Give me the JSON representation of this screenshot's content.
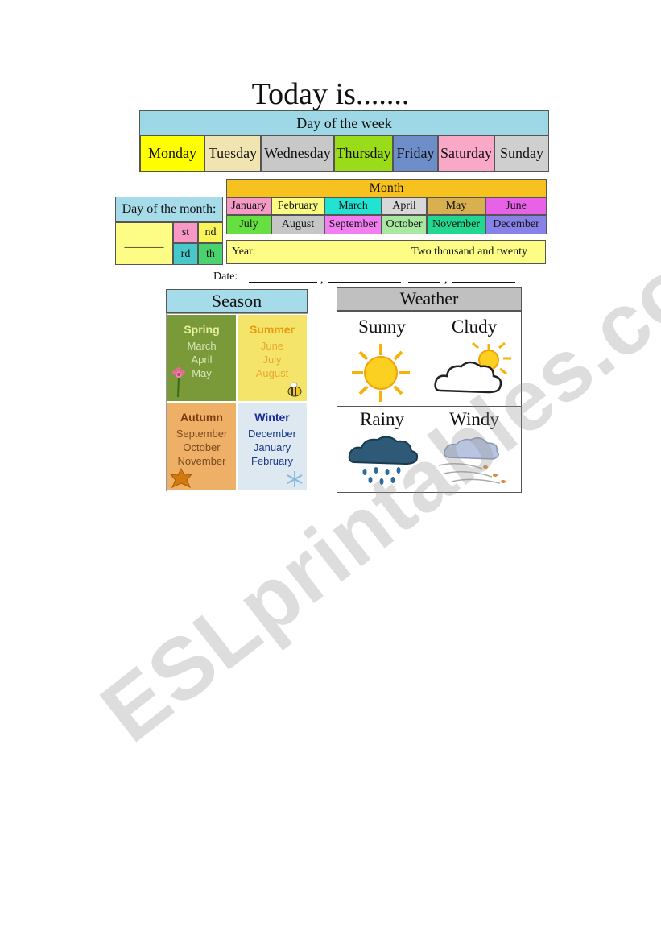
{
  "title": "Today is.......",
  "week": {
    "header": "Day of the week",
    "days": [
      {
        "label": "Monday",
        "color": "#ffff00"
      },
      {
        "label": "Tuesday",
        "color": "#f0e4b0"
      },
      {
        "label": "Wednesday",
        "color": "#c8c8c8"
      },
      {
        "label": "Thursday",
        "color": "#9adc1a"
      },
      {
        "label": "Friday",
        "color": "#6d8ec8"
      },
      {
        "label": "Saturday",
        "color": "#f9a8c8"
      },
      {
        "label": "Sunday",
        "color": "#cfcfcf"
      }
    ]
  },
  "month": {
    "header": "Month",
    "row1": [
      {
        "label": "January",
        "color": "#f59ac6"
      },
      {
        "label": "February",
        "color": "#fcfc82"
      },
      {
        "label": "March",
        "color": "#22e2d2"
      },
      {
        "label": "April",
        "color": "#d8d8d8"
      },
      {
        "label": "May",
        "color": "#d8b050"
      },
      {
        "label": "June",
        "color": "#e862e8"
      }
    ],
    "row2": [
      {
        "label": "July",
        "color": "#66e040"
      },
      {
        "label": "August",
        "color": "#c6c6c6"
      },
      {
        "label": "September",
        "color": "#f27ef2"
      },
      {
        "label": "October",
        "color": "#a8e8a0"
      },
      {
        "label": "November",
        "color": "#22d88e"
      },
      {
        "label": "December",
        "color": "#8882e8"
      }
    ]
  },
  "day_of_month": {
    "header": "Day of the month:",
    "blank": "_______",
    "suffixes": [
      "st",
      "nd",
      "rd",
      "th"
    ]
  },
  "year": {
    "label": "Year:",
    "value": "Two thousand and twenty"
  },
  "date_line": {
    "label": "Date:",
    "sep1": ",",
    "sep2": ","
  },
  "season": {
    "header": "Season",
    "items": [
      {
        "name": "Spring",
        "months": [
          "March",
          "April",
          "May"
        ],
        "bg": "#7a9a3a",
        "name_color": "#e8f0a0",
        "month_color": "#d8e6b8"
      },
      {
        "name": "Summer",
        "months": [
          "June",
          "July",
          "August"
        ],
        "bg": "#f4e46a",
        "name_color": "#e89a10",
        "month_color": "#e8a830"
      },
      {
        "name": "Autumn",
        "months": [
          "September",
          "October",
          "November"
        ],
        "bg": "#eeb066",
        "name_color": "#7a3a10",
        "month_color": "#7a4a20"
      },
      {
        "name": "Winter",
        "months": [
          "December",
          "January",
          "February"
        ],
        "bg": "#dde8f0",
        "name_color": "#1a2a9a",
        "month_color": "#1a3a8a"
      }
    ]
  },
  "weather": {
    "header": "Weather",
    "items": [
      {
        "label": "Sunny",
        "icon": "sun-icon"
      },
      {
        "label": "Cludy",
        "icon": "cloud-sun-icon"
      },
      {
        "label": "Rainy",
        "icon": "rain-cloud-icon"
      },
      {
        "label": "Windy",
        "icon": "wind-cloud-icon"
      }
    ]
  },
  "watermark": "ESLprintables.com",
  "colors": {
    "week_header": "#9ed8e6",
    "month_header": "#f7c21e",
    "dom_header": "#a6dcea",
    "dom_blank": "#fdfd86",
    "suffix_pink": "#f898c4",
    "suffix_yellow": "#f8f45a",
    "suffix_teal": "#48c8c8",
    "suffix_green": "#4ad26e",
    "year_bg": "#fdfd86",
    "season_header": "#a6dcea",
    "weather_header": "#c0c0c0"
  }
}
